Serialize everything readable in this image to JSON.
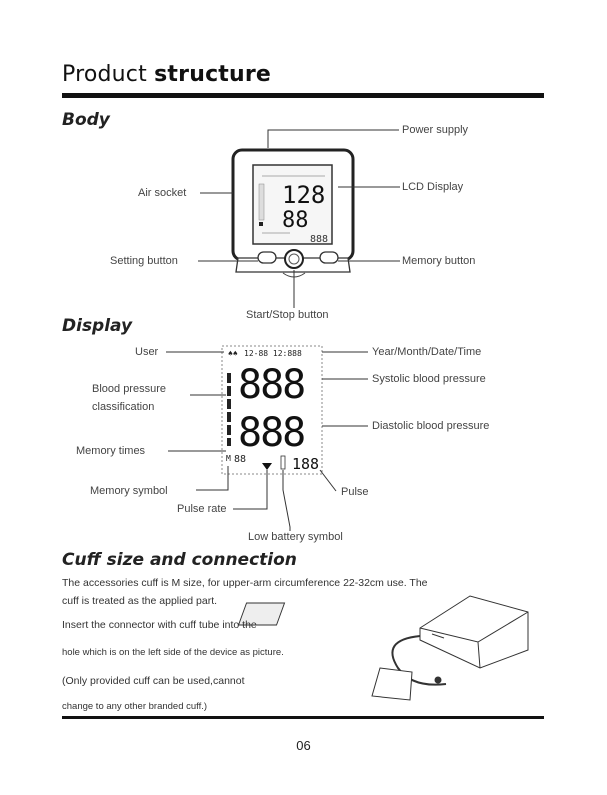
{
  "title": {
    "part1": "Product",
    "part2": "structure"
  },
  "body_section": {
    "heading": "Body",
    "labels": {
      "power_supply": "Power supply",
      "air_socket": "Air socket",
      "lcd_display": "LCD Display",
      "setting_button": "Setting button",
      "memory_button": "Memory button",
      "start_stop_button": "Start/Stop button"
    },
    "device_readings": {
      "systolic": "128",
      "diastolic": "88"
    }
  },
  "display_section": {
    "heading": "Display",
    "labels": {
      "user": "User",
      "year_month_date_time": "Year/Month/Date/Time",
      "bp_classification_line1": "Blood pressure",
      "bp_classification_line2": "classification",
      "systolic": "Systolic blood pressure",
      "diastolic": "Diastolic blood pressure",
      "memory_times": "Memory times",
      "memory_symbol": "Memory symbol",
      "pulse": "Pulse",
      "pulse_rate": "Pulse rate",
      "low_battery": "Low battery symbol"
    },
    "lcd": {
      "top_digits": "12-88 12:888",
      "systolic_digits": "888",
      "diastolic_digits": "888",
      "memory_digits": "88",
      "pulse_digits": "188"
    }
  },
  "cuff_section": {
    "heading": "Cuff size and connection",
    "lines": [
      "The accessories cuff is M size, for upper-arm circumference 22-32cm use. The",
      "cuff is treated as the applied part.",
      "Insert the connector with cuff tube into the",
      "hole which is on the left side of the device as picture.",
      "(Only provided cuff can be used,cannot",
      "change to any other branded cuff.)"
    ]
  },
  "page_number": "06"
}
